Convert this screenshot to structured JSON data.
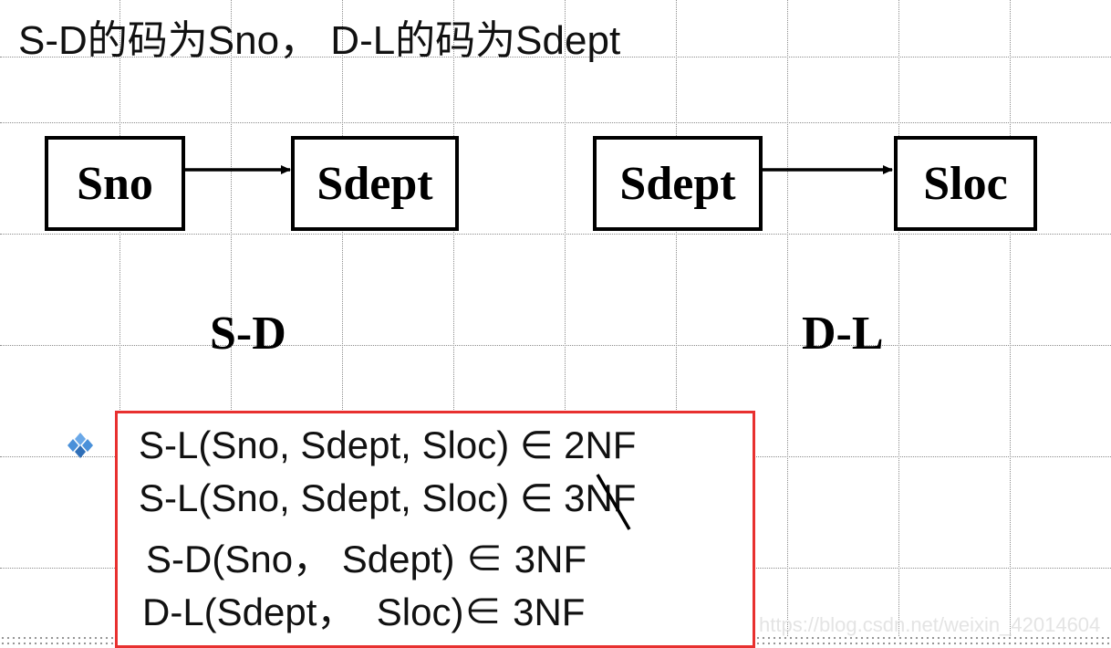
{
  "title": "S-D的码为Sno， D-L的码为Sdept",
  "diagram": {
    "sd": {
      "from": "Sno",
      "to": "Sdept",
      "label": "S-D"
    },
    "dl": {
      "from": "Sdept",
      "to": "Sloc",
      "label": "D-L"
    }
  },
  "statements": [
    "S-L(Sno, Sdept, Sloc) ∈ 2NF",
    "S-L(Sno, Sdept, Sloc) ∈ 3NF",
    "S-D(Sno， Sdept) ∈ 3NF",
    "D-L(Sdept，  Sloc)∈ 3NF"
  ],
  "colors": {
    "box_border": "#e8302f",
    "bullet": "#4a90d9"
  },
  "bullet_icon": "diamond-bullet-icon",
  "watermark": "https://blog.csdn.net/weixin_42014604"
}
